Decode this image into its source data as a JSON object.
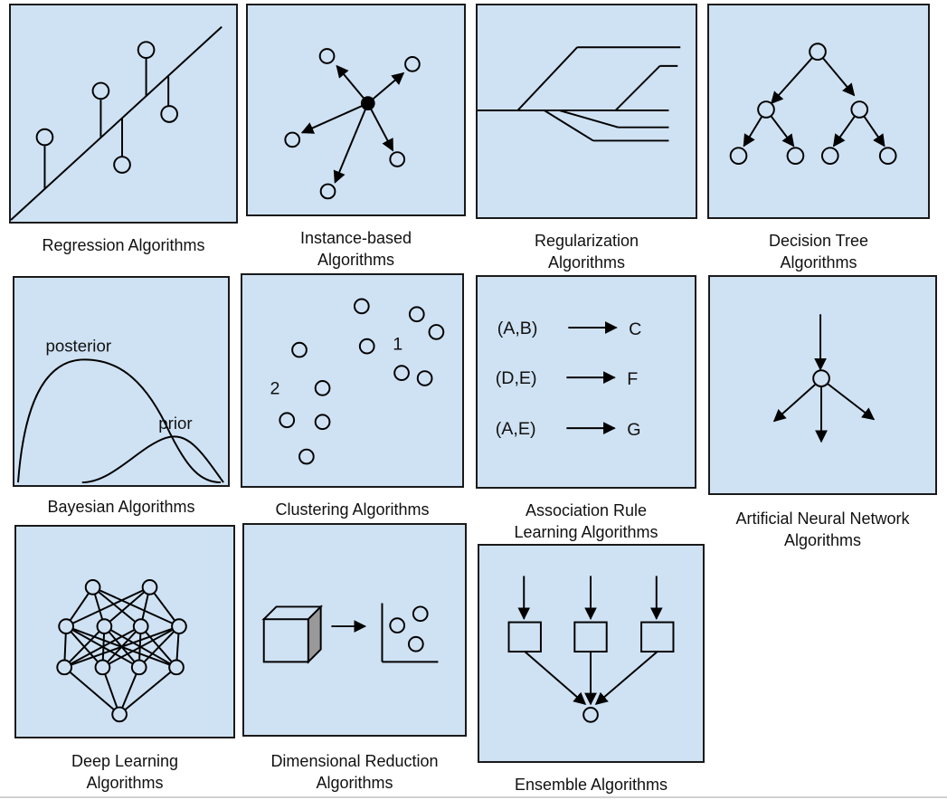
{
  "tiles": {
    "regression": {
      "caption": [
        "Regression Algorithms"
      ]
    },
    "instance": {
      "caption": [
        "Instance-based",
        "Algorithms"
      ]
    },
    "regularization": {
      "caption": [
        "Regularization",
        "Algorithms"
      ]
    },
    "decision_tree": {
      "caption": [
        "Decision Tree",
        "Algorithms"
      ]
    },
    "bayesian": {
      "caption": [
        "Bayesian Algorithms"
      ],
      "labels": {
        "posterior": "posterior",
        "prior": "prior"
      }
    },
    "clustering": {
      "caption": [
        "Clustering Algorithms"
      ],
      "labels": {
        "cluster1": "1",
        "cluster2": "2"
      }
    },
    "association": {
      "caption": [
        "Association Rule",
        "Learning Algorithms"
      ],
      "rules": [
        {
          "lhs": "(A,B)",
          "rhs": "C"
        },
        {
          "lhs": "(D,E)",
          "rhs": "F"
        },
        {
          "lhs": "(A,E)",
          "rhs": "G"
        }
      ]
    },
    "ann": {
      "caption": [
        "Artificial Neural Network",
        "Algorithms"
      ]
    },
    "deep": {
      "caption": [
        "Deep Learning",
        "Algorithms"
      ]
    },
    "dimred": {
      "caption": [
        "Dimensional Reduction",
        "Algorithms"
      ]
    },
    "ensemble": {
      "caption": [
        "Ensemble Algorithms"
      ]
    }
  }
}
